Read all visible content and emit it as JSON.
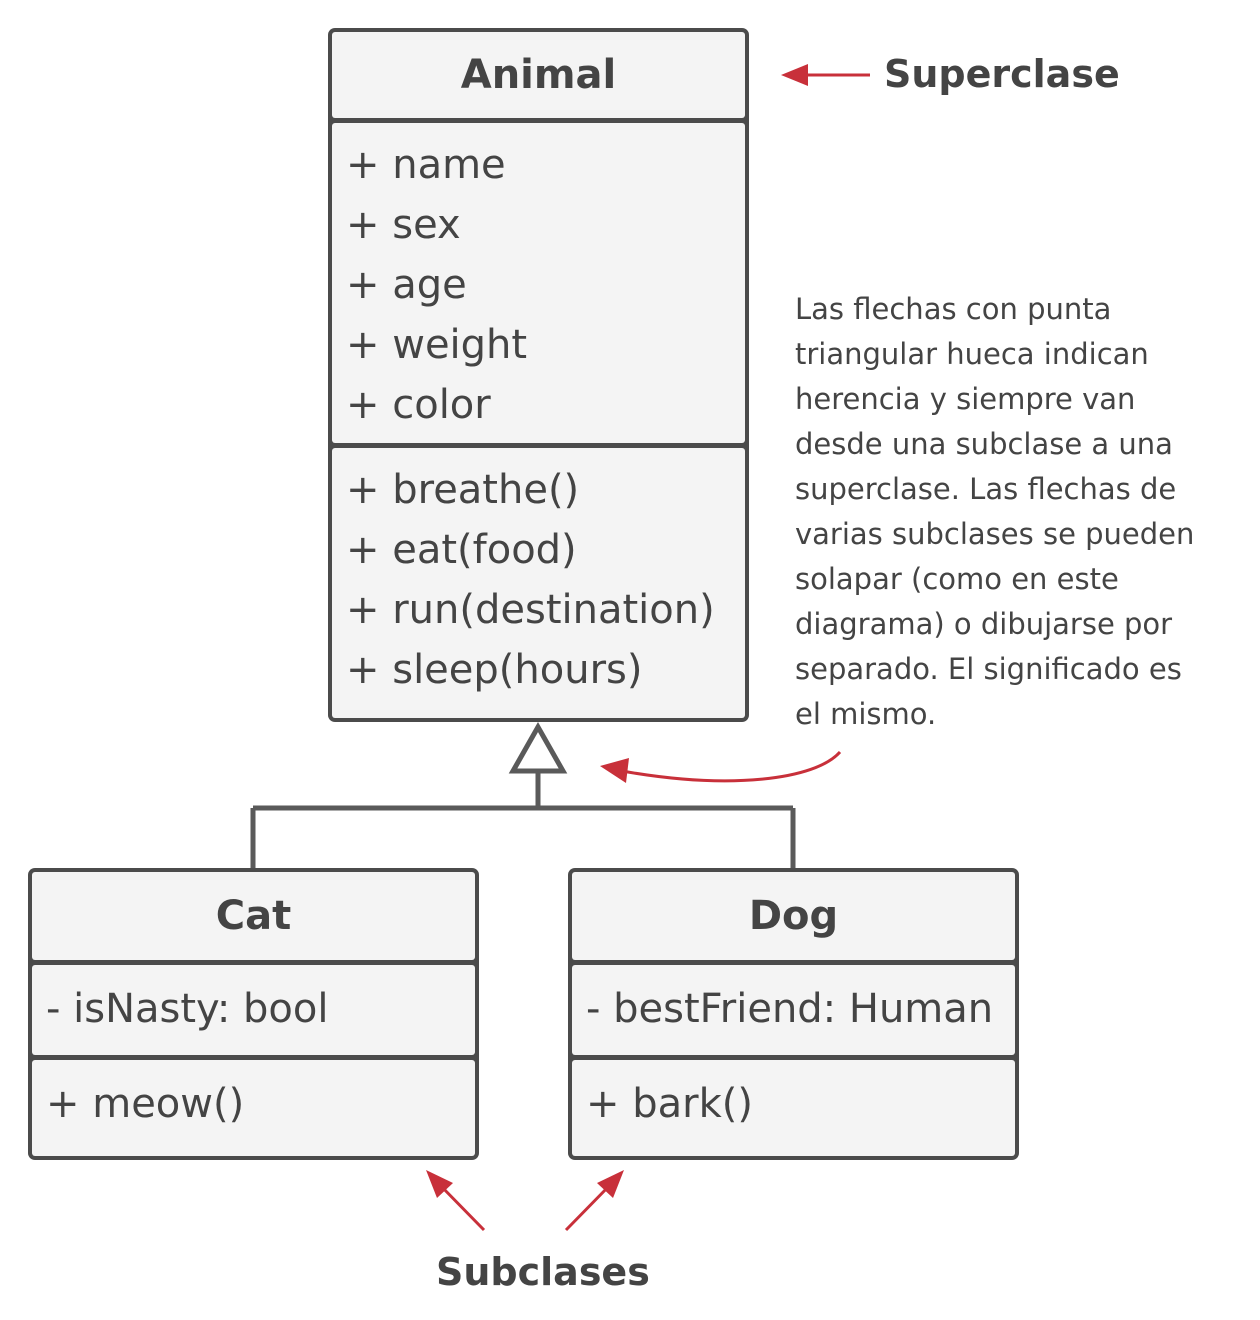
{
  "superclass": {
    "name": "Animal",
    "attributes": [
      "+ name",
      "+ sex",
      "+ age",
      "+ weight",
      "+ color"
    ],
    "methods": [
      "+ breathe()",
      "+ eat(food)",
      "+ run(destination)",
      "+ sleep(hours)"
    ]
  },
  "subclasses": [
    {
      "name": "Cat",
      "attributes": [
        "- isNasty: bool"
      ],
      "methods": [
        "+ meow()"
      ]
    },
    {
      "name": "Dog",
      "attributes": [
        "- bestFriend: Human"
      ],
      "methods": [
        "+ bark()"
      ]
    }
  ],
  "labels": {
    "superclass": "Superclase",
    "subclasses": "Subclases"
  },
  "note": {
    "lines": [
      "Las flechas con punta",
      "triangular hueca indican",
      "herencia y siempre van",
      "desde una subclase a una",
      "superclase. Las flechas de",
      "varias subclases se pueden",
      "solapar (como en este",
      "diagrama) o dibujarse por",
      "separado. El significado es",
      "el mismo."
    ]
  },
  "colors": {
    "outline": "#4b4b4b",
    "fill": "#f4f4f4",
    "text": "#444444",
    "accent_arrow": "#c8303a"
  }
}
